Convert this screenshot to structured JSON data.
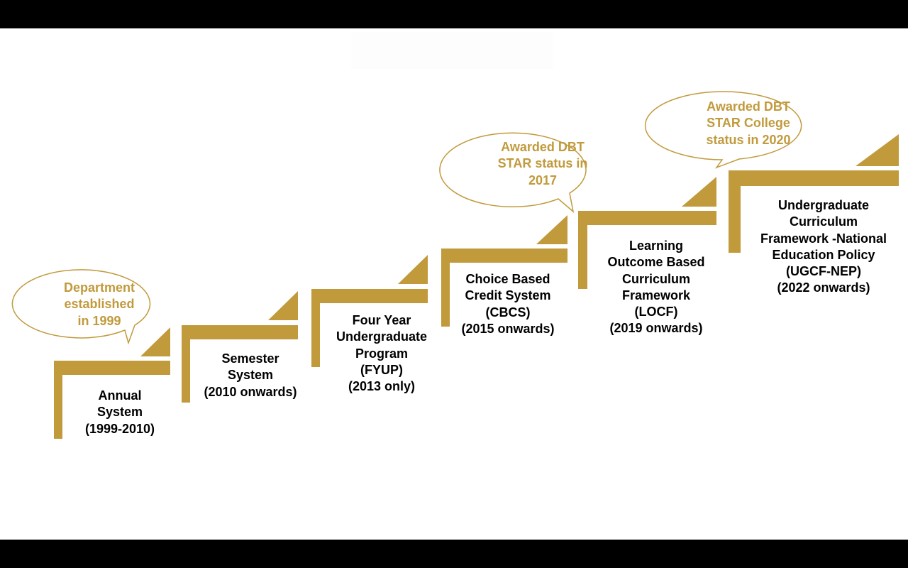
{
  "colors": {
    "gold": "#c19a3c",
    "text": "#000000",
    "bubble_text": "#c19a3c",
    "background": "#ffffff",
    "letterbox": "#000000"
  },
  "steps": [
    {
      "label": "Annual\nSystem\n(1999-2010)"
    },
    {
      "label": "Semester\nSystem\n(2010 onwards)"
    },
    {
      "label": "Four Year\nUndergraduate\nProgram\n(FYUP)\n(2013 only)"
    },
    {
      "label": "Choice Based\nCredit System\n(CBCS)\n(2015 onwards)"
    },
    {
      "label": "Learning\nOutcome Based\nCurriculum\nFramework\n(LOCF)\n(2019 onwards)"
    },
    {
      "label": "Undergraduate\nCurriculum\nFramework -National\nEducation Policy\n(UGCF-NEP)\n(2022 onwards)"
    }
  ],
  "bubbles": [
    {
      "label": "Department\nestablished\nin 1999"
    },
    {
      "label": "Awarded DBT\nSTAR status in\n2017"
    },
    {
      "label": "Awarded DBT\nSTAR College\nstatus in 2020"
    }
  ]
}
